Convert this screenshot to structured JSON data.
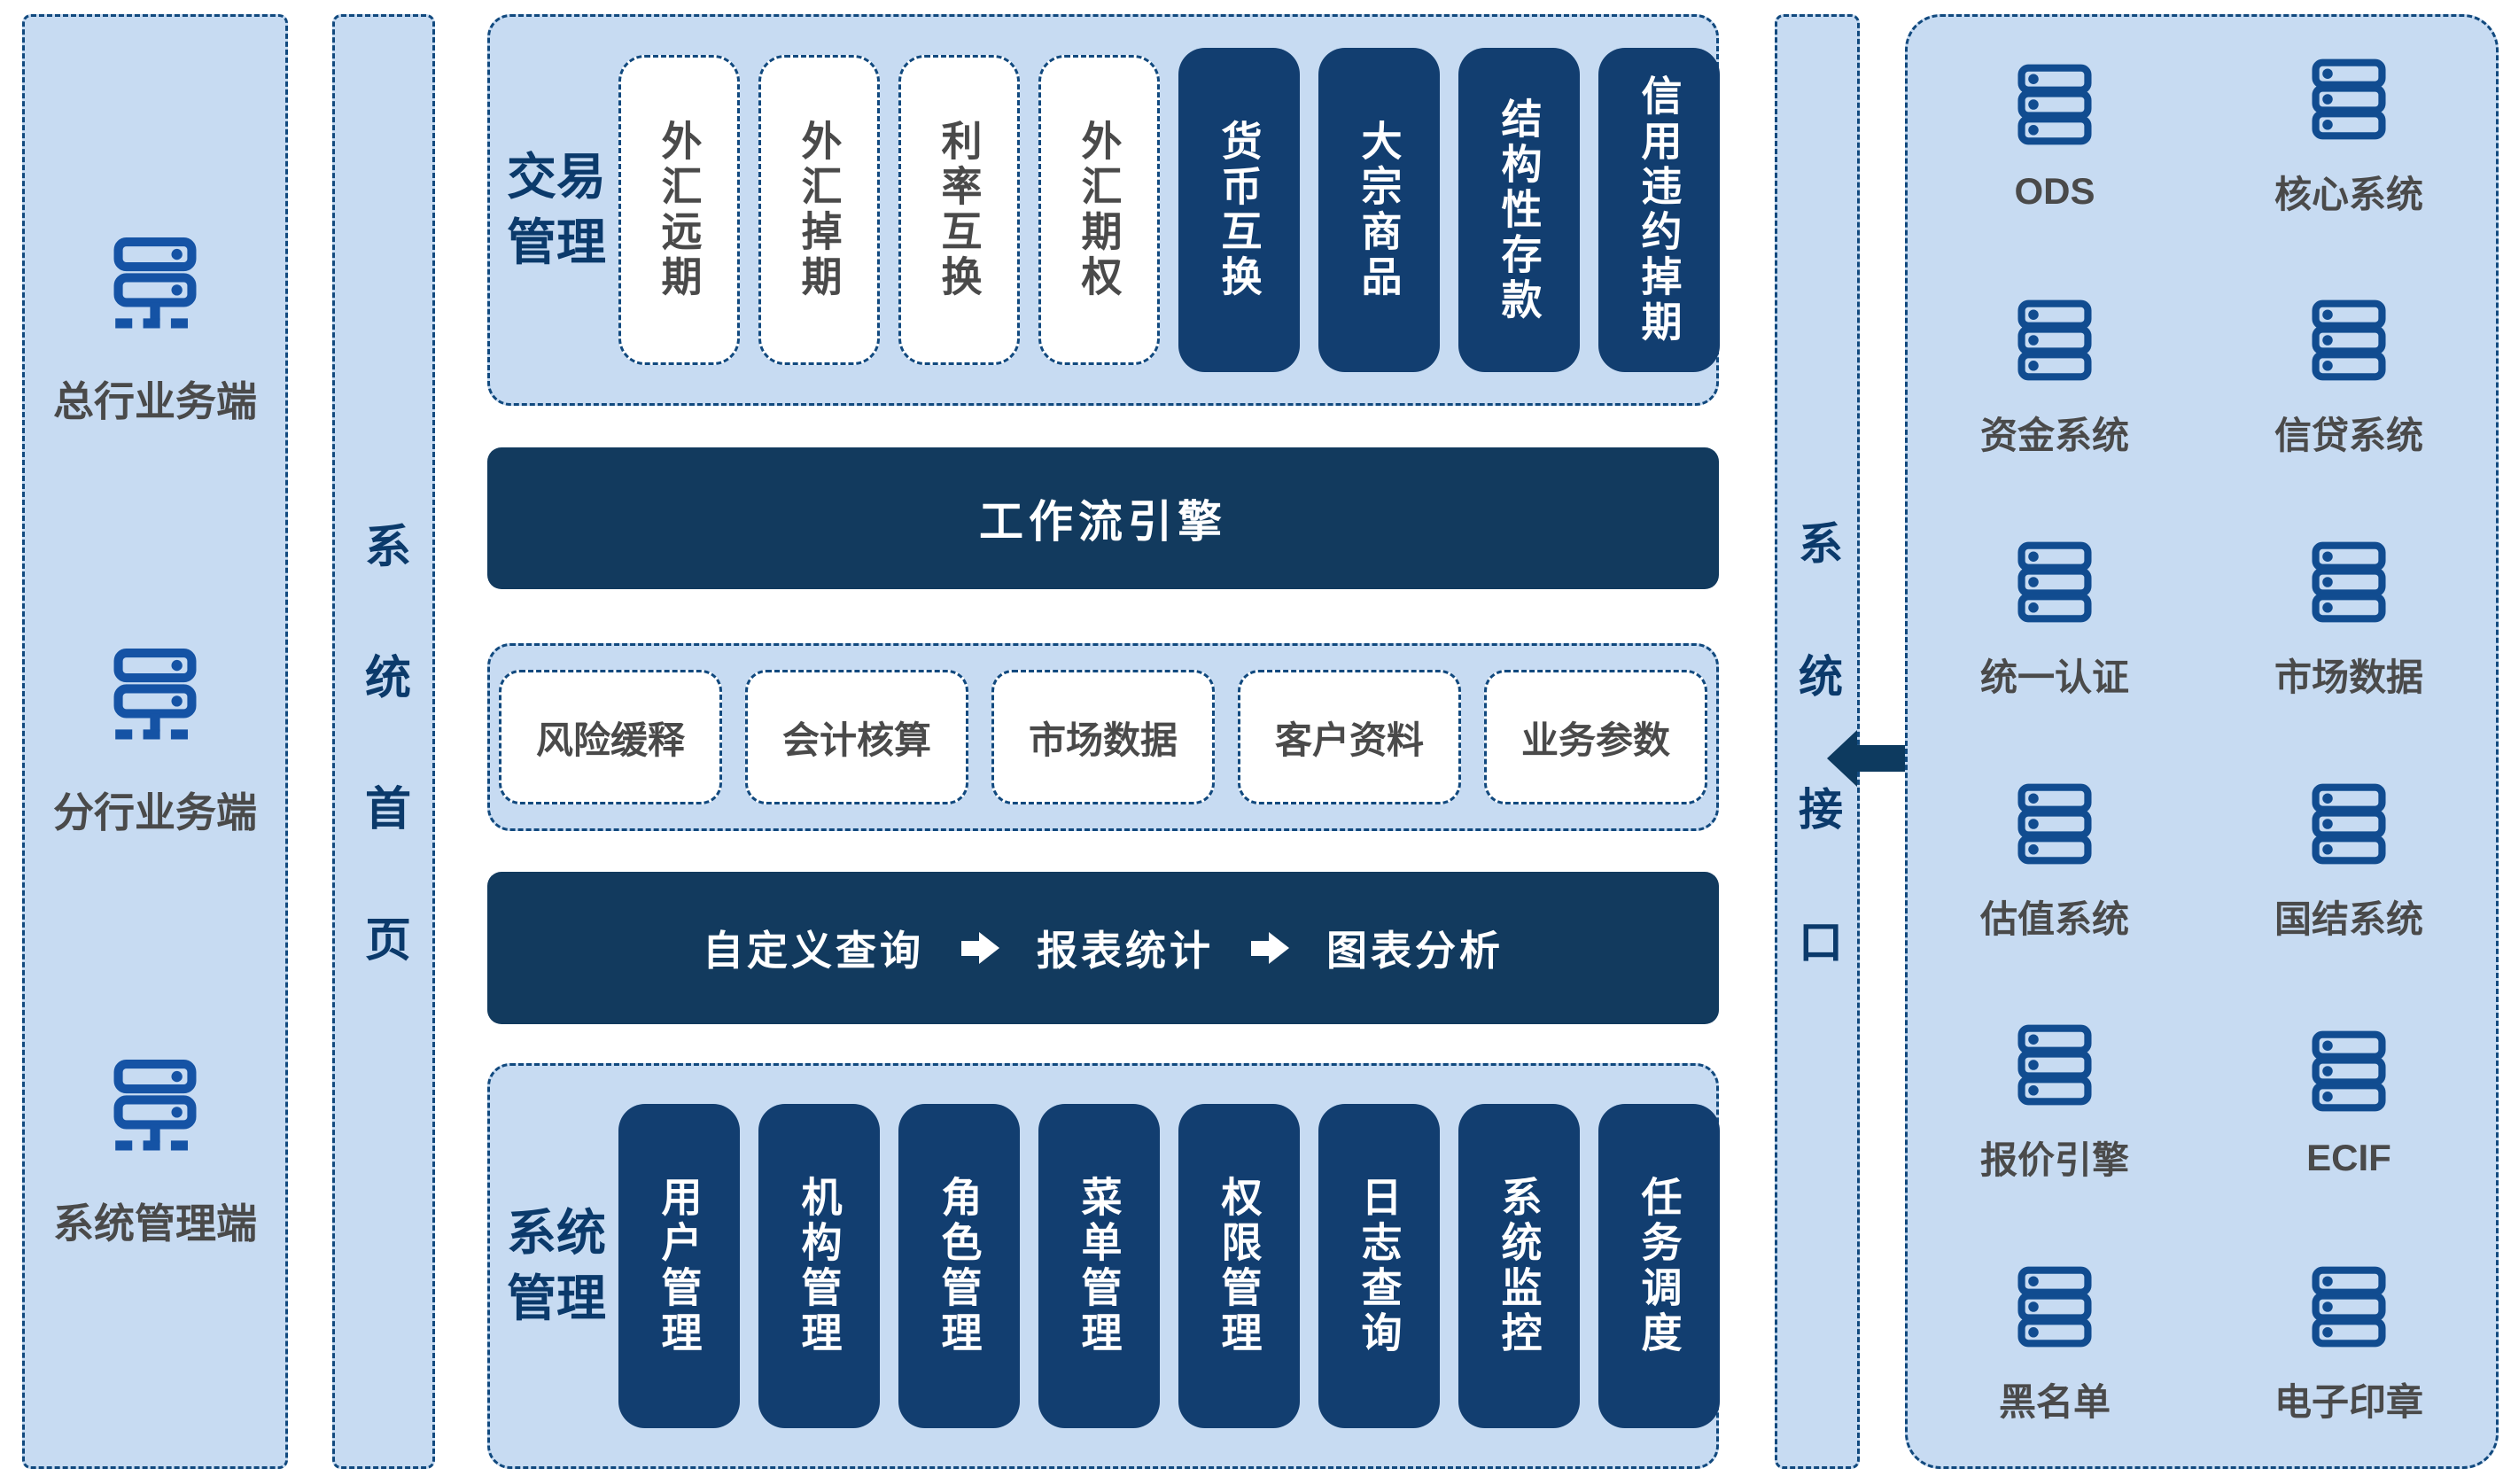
{
  "colors": {
    "panel_bg": "#c7dbf2",
    "panel_border": "#11497e",
    "navy_box": "#123e70",
    "navy_bar": "#123a5e",
    "accent_text": "#0b3a6b",
    "gray_text": "#4a4a4a",
    "icon_blue_client": "#1553a5",
    "icon_blue_external": "#114c90",
    "arrow": "#0d3a5f"
  },
  "client_panel": {
    "items": [
      {
        "label": "总行业务端"
      },
      {
        "label": "分行业务端"
      },
      {
        "label": "系统管理端"
      }
    ]
  },
  "home_panel": {
    "label": "系统首页"
  },
  "trade_panel": {
    "label": "交易管理",
    "dashed_items": [
      "外汇远期",
      "外汇掉期",
      "利率互换",
      "外汇期权"
    ],
    "solid_items": [
      "货币互换",
      "大宗商品",
      "结构性存款",
      "信用违约掉期"
    ]
  },
  "workflow_bar": {
    "label": "工作流引擎"
  },
  "support_panel": {
    "items": [
      "风险缓释",
      "会计核算",
      "市场数据",
      "客户资料",
      "业务参数"
    ]
  },
  "query_bar": {
    "steps": [
      "自定义查询",
      "报表统计",
      "图表分析"
    ]
  },
  "admin_panel": {
    "label": "系统管理",
    "items": [
      "用户管理",
      "机构管理",
      "角色管理",
      "菜单管理",
      "权限管理",
      "日志查询",
      "系统监控",
      "任务调度"
    ]
  },
  "interface_panel": {
    "label": "系统接口"
  },
  "external_panel": {
    "items": [
      "ODS",
      "核心系统",
      "资金系统",
      "信贷系统",
      "统一认证",
      "市场数据",
      "估值系统",
      "国结系统",
      "报价引擎",
      "ECIF",
      "黑名单",
      "电子印章"
    ]
  }
}
